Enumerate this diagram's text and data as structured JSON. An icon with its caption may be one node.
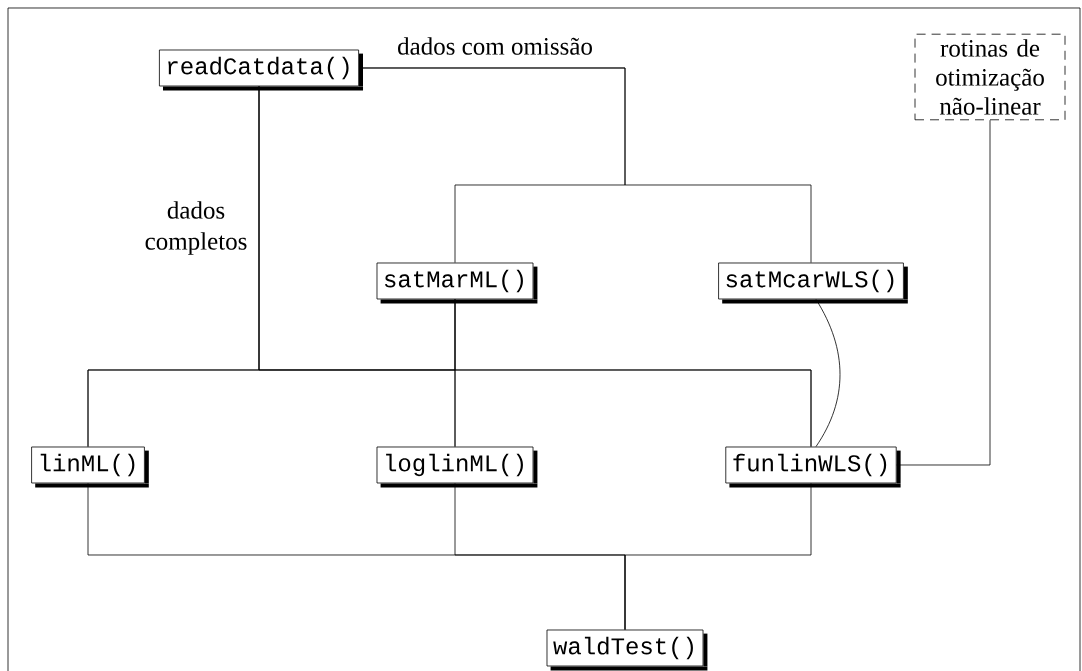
{
  "diagram": {
    "nodes": [
      {
        "text": [
          "readCatdata()"
        ]
      },
      {
        "text": [
          "rotinas de otimização não-linear"
        ]
      },
      {
        "text": [
          "satMarML()"
        ]
      },
      {
        "text": [
          "satMcarWLS()"
        ]
      },
      {
        "text": [
          "linML()"
        ]
      },
      {
        "text": [
          "loglinML()"
        ]
      },
      {
        "text": [
          "funlinWLS()"
        ]
      },
      {
        "text": [
          "waldTest()"
        ]
      }
    ],
    "edges": [
      {
        "from": 0,
        "to": 2,
        "arrow": "none",
        "label": "dados com omissão"
      },
      {
        "from": 0,
        "to": 3,
        "arrow": "none"
      },
      {
        "from": 0,
        "to": 4,
        "arrow": "none",
        "label": "dados completos"
      },
      {
        "from": 0,
        "to": 5,
        "arrow": "none"
      },
      {
        "from": 0,
        "to": 6,
        "arrow": "none"
      },
      {
        "from": 2,
        "to": 4,
        "arrow": "none"
      },
      {
        "from": 2,
        "to": 5,
        "arrow": "none"
      },
      {
        "from": 2,
        "to": 6,
        "arrow": "none"
      },
      {
        "from": 3,
        "to": 6,
        "arrow": "none"
      },
      {
        "from": 1,
        "to": 6,
        "arrow": "none"
      },
      {
        "from": 4,
        "to": 7,
        "arrow": "none"
      },
      {
        "from": 5,
        "to": 7,
        "arrow": "none"
      },
      {
        "from": 6,
        "to": 7,
        "arrow": "none"
      }
    ]
  }
}
